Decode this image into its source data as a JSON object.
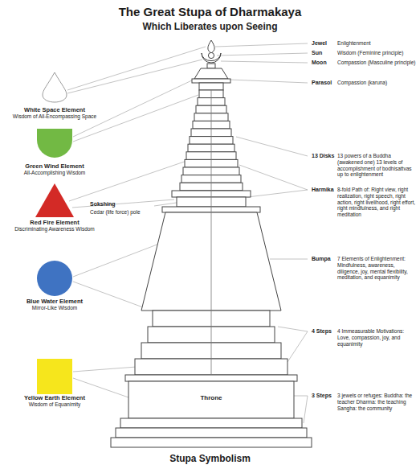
{
  "diagram": {
    "title": "The Great Stupa of Dharmakaya",
    "caption": "Stupa Symbolism",
    "nodes": [
      {
        "text": [
          "White Space Element",
          "Wisdom of All-Encompassing Space"
        ]
      },
      {
        "text": [
          "Green Wind Element",
          "All-Accomplishing Wisdom"
        ]
      },
      {
        "text": [
          "Red Fire Element",
          "Discriminating Awareness Wisdom"
        ]
      },
      {
        "text": [
          "Blue Water Element",
          "Mirror-Like Wisdom"
        ]
      },
      {
        "text": [
          "Yellow Earth Element",
          "Wisdom of Equanimity"
        ]
      }
    ],
    "labels": [
      "Which Liberates upon Seeing",
      "Jewel",
      "Enlightenment",
      "Sun",
      "Wisdom (Feminine principle)",
      "Moon",
      "Compassion (Masculine principle)",
      "Parasol",
      "Compassion (karuna)",
      "13 Disks",
      "13 powers of a Buddha (awakened one) 13 levels of accomplishment of bodhisattvas up to enlightenment",
      "Harmika",
      "8-fold Path of: Right view, right realization, right speech, right action, right livelihood, right effort, right mindfulness, and right meditation",
      "Bumpa",
      "7 Elements of Enlightenment: Mindfulness, awareness, diligence, joy, mental flexibility, meditation, and equanimity",
      "4 Steps",
      "4 Immeasurable Motivations: Love, compassion, joy, and equanimity",
      "3 Steps",
      "3 jewels or refuges: Buddha: the teacher Dharma: the teaching Sangha: the community",
      "Sokshing",
      "Cedar (life force) pole",
      "Throne"
    ]
  }
}
